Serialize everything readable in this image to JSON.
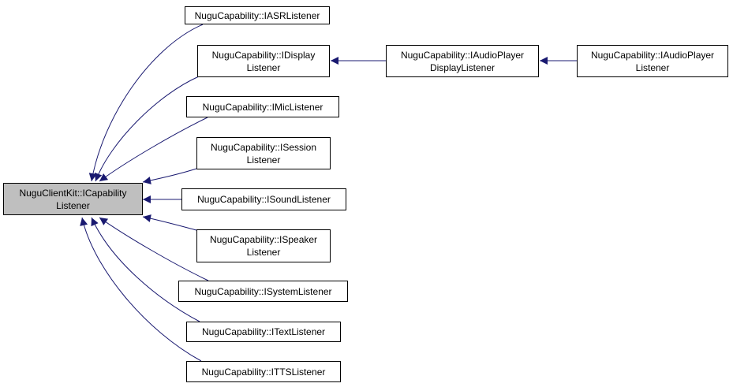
{
  "diagram": {
    "root": {
      "id": "root",
      "lines": [
        "NuguClientKit::ICapability",
        "Listener"
      ],
      "fill": "#bfbfbf"
    },
    "nodes": [
      {
        "id": "asr",
        "lines": [
          "NuguCapability::IASRListener"
        ]
      },
      {
        "id": "display",
        "lines": [
          "NuguCapability::IDisplay",
          "Listener"
        ]
      },
      {
        "id": "mic",
        "lines": [
          "NuguCapability::IMicListener"
        ]
      },
      {
        "id": "session",
        "lines": [
          "NuguCapability::ISession",
          "Listener"
        ]
      },
      {
        "id": "sound",
        "lines": [
          "NuguCapability::ISoundListener"
        ]
      },
      {
        "id": "speaker",
        "lines": [
          "NuguCapability::ISpeaker",
          "Listener"
        ]
      },
      {
        "id": "system",
        "lines": [
          "NuguCapability::ISystemListener"
        ]
      },
      {
        "id": "text",
        "lines": [
          "NuguCapability::ITextListener"
        ]
      },
      {
        "id": "tts",
        "lines": [
          "NuguCapability::ITTSListener"
        ]
      },
      {
        "id": "apdisplay",
        "lines": [
          "NuguCapability::IAudioPlayer",
          "DisplayListener"
        ]
      },
      {
        "id": "ap",
        "lines": [
          "NuguCapability::IAudioPlayer",
          "Listener"
        ]
      }
    ],
    "edges": [
      {
        "from": "asr",
        "to": "root"
      },
      {
        "from": "display",
        "to": "root"
      },
      {
        "from": "mic",
        "to": "root"
      },
      {
        "from": "session",
        "to": "root"
      },
      {
        "from": "sound",
        "to": "root"
      },
      {
        "from": "speaker",
        "to": "root"
      },
      {
        "from": "system",
        "to": "root"
      },
      {
        "from": "text",
        "to": "root"
      },
      {
        "from": "tts",
        "to": "root"
      },
      {
        "from": "apdisplay",
        "to": "display"
      },
      {
        "from": "ap",
        "to": "apdisplay"
      }
    ],
    "edge_color": "#191970",
    "border_color": "#000000"
  }
}
